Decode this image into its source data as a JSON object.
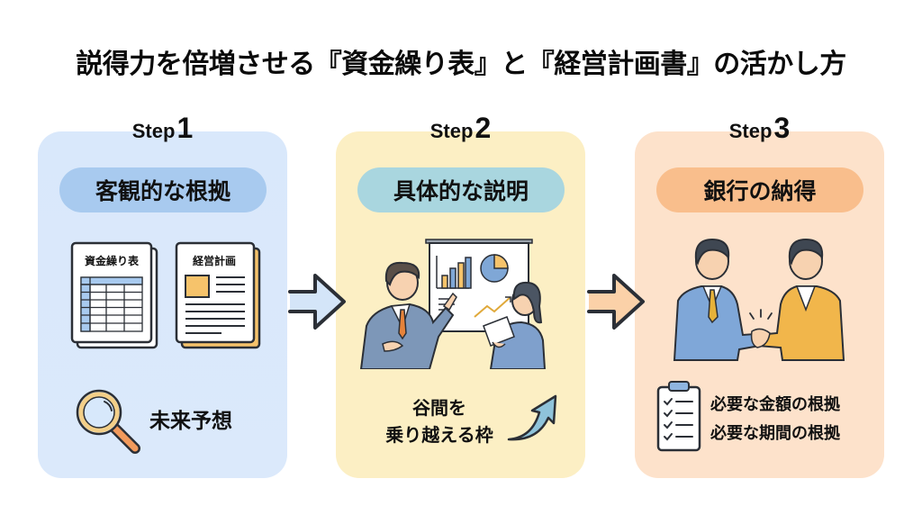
{
  "title": "説得力を倍増させる『資金繰り表』と『経営計画書』の活かし方",
  "steps": [
    {
      "step_word": "Step",
      "step_number": "1",
      "heading": "客観的な根拠",
      "documents": [
        "資金繰り表",
        "経営計画"
      ],
      "caption": "未来予想",
      "icons": [
        "spreadsheet-document-icon",
        "business-plan-document-icon",
        "magnifying-glass-icon"
      ]
    },
    {
      "step_word": "Step",
      "step_number": "2",
      "heading": "具体的な説明",
      "caption_line1": "谷間を",
      "caption_line2": "乗り越える枠",
      "icons": [
        "presentation-illustration",
        "upward-arrow-icon"
      ]
    },
    {
      "step_word": "Step",
      "step_number": "3",
      "heading": "銀行の納得",
      "checklist": [
        "必要な金額の根拠",
        "必要な期間の根拠"
      ],
      "icons": [
        "handshake-illustration",
        "clipboard-checklist-icon"
      ]
    }
  ],
  "colors": {
    "step1_bg": "#d9e8fb",
    "step2_bg": "#fcefc4",
    "step3_bg": "#fde2cb",
    "step1_pill": "#a8caef",
    "step2_pill": "#a9d6df",
    "step3_pill": "#f9be8c",
    "accent_orange": "#f6c36b",
    "outline": "#2b2f36"
  }
}
